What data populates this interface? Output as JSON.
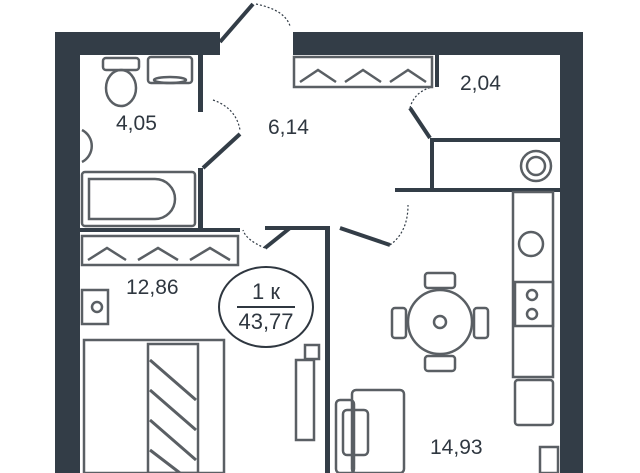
{
  "rooms": {
    "bathroom_area": "4,05",
    "hallway_area": "6,14",
    "storage_area": "2,04",
    "bedroom_area": "12,86",
    "kitchen_living_area": "14,93"
  },
  "summary": {
    "rooms_count": "1 к",
    "total_area": "43,77"
  },
  "colors": {
    "wall": "#333d47",
    "furniture": "#5a5f64"
  }
}
